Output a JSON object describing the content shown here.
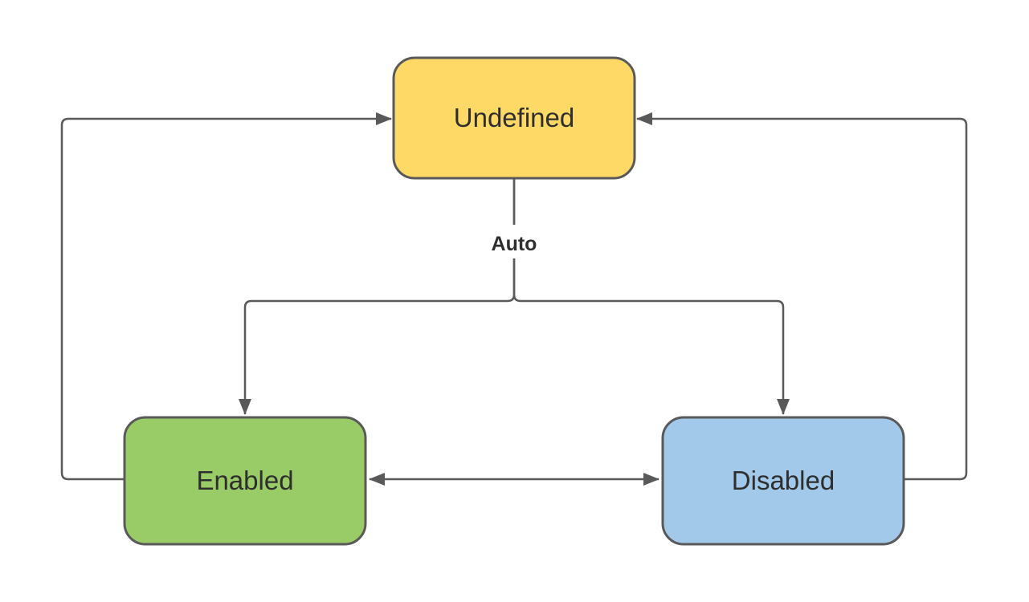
{
  "diagram": {
    "type": "state-diagram",
    "line_color": "#595959",
    "node_border_color": "#595959",
    "text_color": "#2e2e2e",
    "background_color": "#ffffff",
    "nodes": [
      {
        "id": "undefined",
        "label": "Undefined",
        "fill": "#FFD966",
        "position": "top-center"
      },
      {
        "id": "enabled",
        "label": "Enabled",
        "fill": "#99CC66",
        "position": "bottom-left"
      },
      {
        "id": "disabled",
        "label": "Disabled",
        "fill": "#A3C9EA",
        "position": "bottom-right"
      }
    ],
    "edges": [
      {
        "from": "Undefined",
        "to": "Enabled",
        "label": "Auto"
      },
      {
        "from": "Undefined",
        "to": "Disabled",
        "label": "Auto"
      },
      {
        "from": "Enabled",
        "to": "Undefined",
        "label": ""
      },
      {
        "from": "Disabled",
        "to": "Undefined",
        "label": ""
      },
      {
        "from": "Enabled",
        "to": "Disabled",
        "label": "",
        "bidirectional": true
      }
    ]
  }
}
